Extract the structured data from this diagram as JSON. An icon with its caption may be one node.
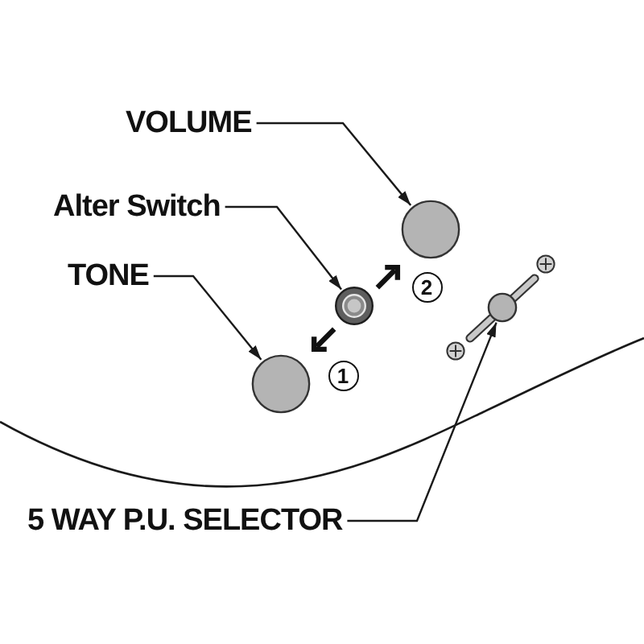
{
  "diagram": {
    "nodes": [
      {
        "text": [
          "VOLUME"
        ]
      },
      {
        "text": [],
        "shape": "circle"
      },
      {
        "text": [
          "Alter Switch"
        ]
      },
      {
        "text": [],
        "shape": "circle"
      },
      {
        "text": [
          "2"
        ]
      },
      {
        "text": [
          "TONE"
        ]
      },
      {
        "text": [],
        "shape": "circle"
      },
      {
        "text": [
          "1"
        ]
      },
      {
        "text": [],
        "shape": "circle"
      },
      {
        "text": [
          "5 WAY P.U. SELECTOR"
        ]
      }
    ],
    "edges": [
      {
        "from": 0,
        "to": 1,
        "arrow": "to"
      },
      {
        "from": 2,
        "to": 3,
        "arrow": "to"
      },
      {
        "from": 5,
        "to": 6,
        "arrow": "to"
      },
      {
        "from": 9,
        "to": 8,
        "arrow": "to"
      }
    ]
  }
}
